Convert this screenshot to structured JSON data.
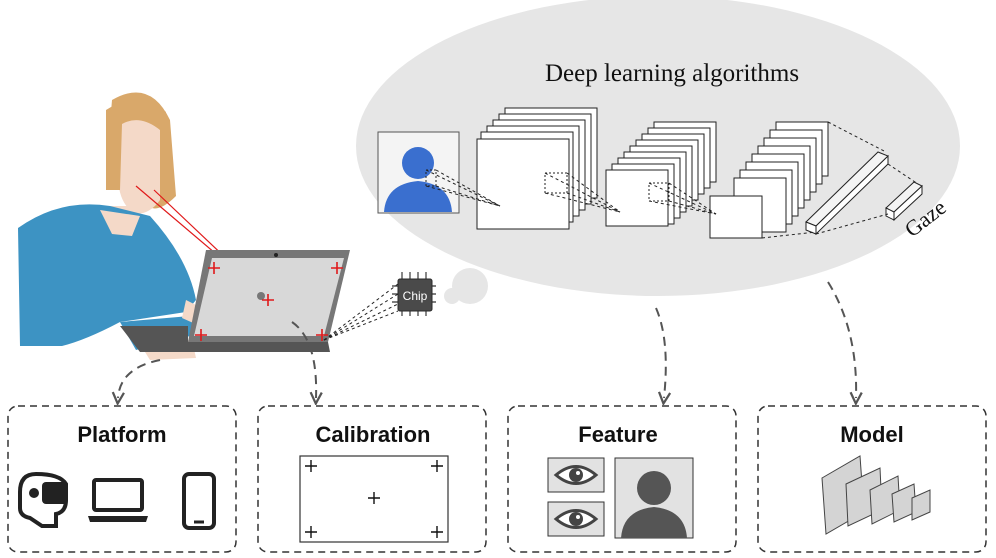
{
  "title": "Deep learning algorithms",
  "chip_label": "Chip",
  "gaze_label": "Gaze",
  "panels": [
    {
      "title": "Platform"
    },
    {
      "title": "Calibration"
    },
    {
      "title": "Feature"
    },
    {
      "title": "Model"
    }
  ],
  "icons": {
    "platforms": [
      "vr-headset-icon",
      "laptop-icon",
      "smartphone-icon"
    ],
    "features": [
      "eye-icon",
      "eye-icon",
      "person-silhouette-icon"
    ],
    "calibration_marker": "plus-icon"
  },
  "colors": {
    "bubble": "#e6e6e6",
    "face_blue": "#3a6fcf",
    "gaze_line": "#e0191a",
    "marker": "#e0191a",
    "panel_border": "#333333",
    "arrow": "#555555",
    "sweater": "#3d93c3",
    "hair": "#d9a86a",
    "skin": "#f4d9c8"
  }
}
